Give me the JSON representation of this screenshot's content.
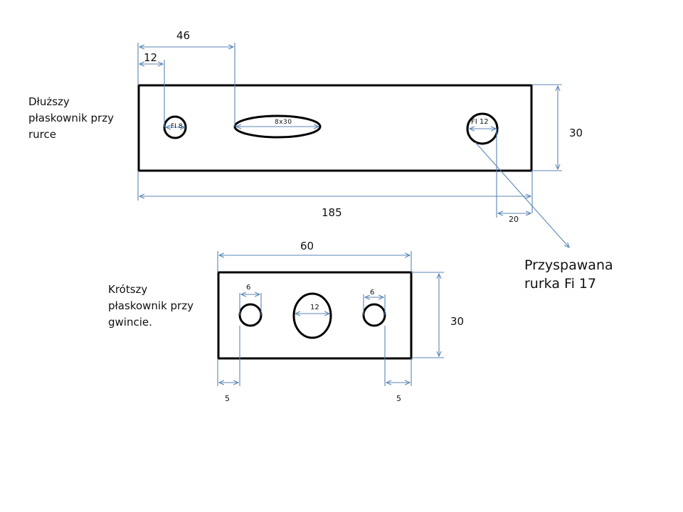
{
  "long_bar": {
    "label_lines": [
      "Dłuższy",
      "płaskownik przy",
      "rurce"
    ],
    "dims": {
      "length": "185",
      "height": "30",
      "to_slot": "46",
      "to_left_hole": "12",
      "right_hole_offset": "20"
    },
    "holes": {
      "left": "FI 8",
      "slot": "8x30",
      "right": "FI 12"
    }
  },
  "short_bar": {
    "label_lines": [
      "Krótszy",
      "płaskownik przy",
      "gwincie."
    ],
    "dims": {
      "length": "60",
      "height": "30",
      "left_hole_dia": "6",
      "center_hole_dia": "12",
      "right_hole_dia": "6",
      "left_edge_offset": "5",
      "right_edge_offset": "5"
    }
  },
  "welded_note_lines": [
    "Przyspawana",
    "rurka Fi 17"
  ]
}
